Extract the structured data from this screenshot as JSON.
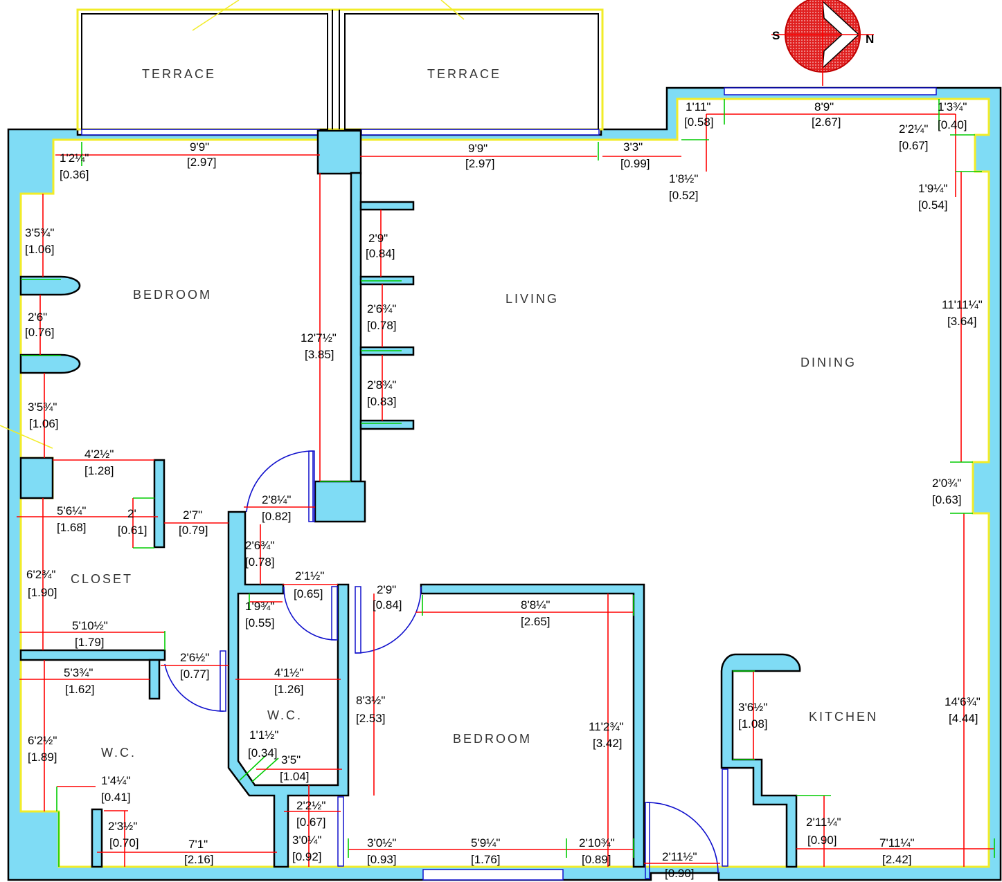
{
  "rooms": [
    {
      "id": "terrace-1",
      "label": "TERRACE"
    },
    {
      "id": "terrace-2",
      "label": "TERRACE"
    },
    {
      "id": "bedroom-1",
      "label": "BEDROOM"
    },
    {
      "id": "living",
      "label": "LIVING"
    },
    {
      "id": "dining",
      "label": "DINING"
    },
    {
      "id": "closet",
      "label": "CLOSET"
    },
    {
      "id": "wc-1",
      "label": "W.C."
    },
    {
      "id": "wc-2",
      "label": "W.C."
    },
    {
      "id": "bedroom-2",
      "label": "BEDROOM"
    },
    {
      "id": "kitchen",
      "label": "KITCHEN"
    }
  ],
  "dimensions": [
    {
      "ft": "1'2¼\"",
      "m": "[0.36]"
    },
    {
      "ft": "9'9\"",
      "m": "[2.97]"
    },
    {
      "ft": "9'9\"",
      "m": "[2.97]"
    },
    {
      "ft": "3'3\"",
      "m": "[0.99]"
    },
    {
      "ft": "1'11\"",
      "m": "[0.58]"
    },
    {
      "ft": "8'9\"",
      "m": "[2.67]"
    },
    {
      "ft": "1'3¾\"",
      "m": "[0.40]"
    },
    {
      "ft": "2'2¼\"",
      "m": "[0.67]"
    },
    {
      "ft": "1'8½\"",
      "m": "[0.52]"
    },
    {
      "ft": "1'9¼\"",
      "m": "[0.54]"
    },
    {
      "ft": "3'5¾\"",
      "m": "[1.06]"
    },
    {
      "ft": "2'9\"",
      "m": "[0.84]"
    },
    {
      "ft": "2'6\"",
      "m": "[0.76]"
    },
    {
      "ft": "2'6¾\"",
      "m": "[0.78]"
    },
    {
      "ft": "12'7½\"",
      "m": "[3.85]"
    },
    {
      "ft": "11'11¼\"",
      "m": "[3.64]"
    },
    {
      "ft": "2'8¾\"",
      "m": "[0.83]"
    },
    {
      "ft": "3'5¾\"",
      "m": "[1.06]"
    },
    {
      "ft": "4'2½\"",
      "m": "[1.28]"
    },
    {
      "ft": "2'0¾\"",
      "m": "[0.63]"
    },
    {
      "ft": "2'8¼\"",
      "m": "[0.82]"
    },
    {
      "ft": "5'6¼\"",
      "m": "[1.68]"
    },
    {
      "ft": "2'",
      "m": "[0.61]"
    },
    {
      "ft": "2'7\"",
      "m": "[0.79]"
    },
    {
      "ft": "2'6¾\"",
      "m": "[0.78]"
    },
    {
      "ft": "6'2¾\"",
      "m": "[1.90]"
    },
    {
      "ft": "2'1½\"",
      "m": "[0.65]"
    },
    {
      "ft": "2'9\"",
      "m": "[0.84]"
    },
    {
      "ft": "1'9¾\"",
      "m": "[0.55]"
    },
    {
      "ft": "8'8¼\"",
      "m": "[2.65]"
    },
    {
      "ft": "5'10½\"",
      "m": "[1.79]"
    },
    {
      "ft": "2'6½\"",
      "m": "[0.77]"
    },
    {
      "ft": "5'3¾\"",
      "m": "[1.62]"
    },
    {
      "ft": "4'1½\"",
      "m": "[1.26]"
    },
    {
      "ft": "8'3½\"",
      "m": "[2.53]"
    },
    {
      "ft": "3'6½\"",
      "m": "[1.08]"
    },
    {
      "ft": "14'6¾\"",
      "m": "[4.44]"
    },
    {
      "ft": "11'2¾\"",
      "m": "[3.42]"
    },
    {
      "ft": "6'2½\"",
      "m": "[1.89]"
    },
    {
      "ft": "1'1½\"",
      "m": "[0.34]"
    },
    {
      "ft": "3'5\"",
      "m": "[1.04]"
    },
    {
      "ft": "1'4¼\"",
      "m": "[0.41]"
    },
    {
      "ft": "2'2½\"",
      "m": "[0.67]"
    },
    {
      "ft": "2'3½\"",
      "m": "[0.70]"
    },
    {
      "ft": "2'11¼\"",
      "m": "[0.90]"
    },
    {
      "ft": "7'1\"",
      "m": "[2.16]"
    },
    {
      "ft": "3'0¼\"",
      "m": "[0.92]"
    },
    {
      "ft": "3'0½\"",
      "m": "[0.93]"
    },
    {
      "ft": "5'9¼\"",
      "m": "[1.76]"
    },
    {
      "ft": "2'10¾\"",
      "m": "[0.89]"
    },
    {
      "ft": "7'11¼\"",
      "m": "[2.42]"
    },
    {
      "ft": "2'11½\"",
      "m": "[0.90]"
    }
  ],
  "compass": {
    "left": "S",
    "right": "N",
    "icon": "compass-rose-icon"
  },
  "colors": {
    "wall_fill": "#7fdcf5",
    "inner_outline": "#f2ec28",
    "dim_line": "#ff0000",
    "tick": "#00cc00",
    "door": "#1010cc",
    "compass": "#e02020"
  }
}
